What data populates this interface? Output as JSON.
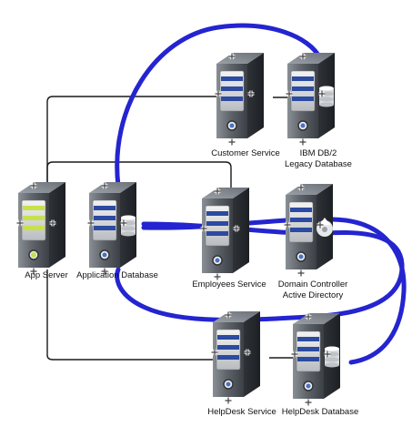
{
  "nodes": [
    {
      "id": "app-server",
      "label": "App Server",
      "kind": "server",
      "accent": "#c8e04a"
    },
    {
      "id": "application-database",
      "label": "Application Database",
      "kind": "database",
      "accent": "#2b4aa0"
    },
    {
      "id": "customer-service",
      "label": "Customer Service",
      "kind": "server",
      "accent": "#2b4aa0"
    },
    {
      "id": "ibm-db2",
      "label": "IBM DB/2",
      "label2": "Legacy Database",
      "kind": "database",
      "accent": "#2b4aa0"
    },
    {
      "id": "employees-service",
      "label": "Employees Service",
      "kind": "server",
      "accent": "#2b4aa0"
    },
    {
      "id": "domain-controller",
      "label": "Domain Controller",
      "label2": "Active Directory",
      "kind": "directory",
      "accent": "#2b4aa0"
    },
    {
      "id": "helpdesk-service",
      "label": "HelpDesk Service",
      "kind": "server",
      "accent": "#2b4aa0"
    },
    {
      "id": "helpdesk-database",
      "label": "HelpDesk Database",
      "kind": "database",
      "accent": "#2b4aa0"
    }
  ],
  "edges": [
    {
      "from": "app-server",
      "to": "customer-service",
      "style": "thin"
    },
    {
      "from": "app-server",
      "to": "employees-service",
      "style": "thin"
    },
    {
      "from": "app-server",
      "to": "helpdesk-service",
      "style": "thin"
    },
    {
      "from": "customer-service",
      "to": "ibm-db2",
      "style": "thin"
    },
    {
      "from": "helpdesk-service",
      "to": "helpdesk-database",
      "style": "thin"
    },
    {
      "from": "application-database",
      "to": "ibm-db2",
      "style": "thick"
    },
    {
      "from": "application-database",
      "to": "domain-controller",
      "style": "thick"
    },
    {
      "from": "application-database",
      "to": "helpdesk-database",
      "style": "thick"
    }
  ],
  "colors": {
    "thick_link": "#2424d0",
    "thin_link": "#1a1a1a",
    "server_body": "#5a5f66",
    "server_dark": "#2e3237"
  }
}
